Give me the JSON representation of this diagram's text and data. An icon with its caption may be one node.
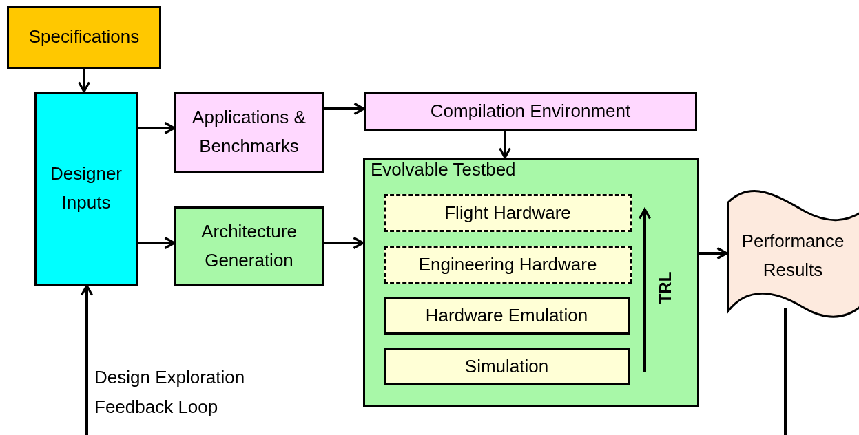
{
  "diagram": {
    "nodes": [
      {
        "text": [
          "Specifications"
        ]
      },
      {
        "text": [
          "Designer Inputs"
        ]
      },
      {
        "text": [
          "Applications & Benchmarks"
        ]
      },
      {
        "text": [
          "Compilation Environment"
        ]
      },
      {
        "text": [
          "Architecture Generation"
        ]
      },
      {
        "text": [
          "Evolvable Testbed"
        ]
      },
      {
        "text": [
          "Flight Hardware"
        ],
        "in": 5
      },
      {
        "text": [
          "Engineering Hardware"
        ],
        "in": 5
      },
      {
        "text": [
          "Hardware Emulation"
        ],
        "in": 5
      },
      {
        "text": [
          "Simulation"
        ],
        "in": 5
      },
      {
        "text": [
          "Performance Results"
        ]
      }
    ],
    "edges": [
      {
        "from": 0,
        "to": 1,
        "arrow": "to"
      },
      {
        "from": 1,
        "to": 2,
        "arrow": "to"
      },
      {
        "from": 2,
        "to": 3,
        "arrow": "to"
      },
      {
        "from": 3,
        "to": 5,
        "arrow": "to"
      },
      {
        "from": 1,
        "to": 4,
        "arrow": "to"
      },
      {
        "from": 4,
        "to": 5,
        "arrow": "to"
      },
      {
        "from": 5,
        "to": 10,
        "arrow": "to"
      },
      {
        "from": null,
        "to": 1,
        "arrow": "to",
        "label": "Design Exploration Feedback Loop"
      },
      {
        "from": 10,
        "to": null,
        "arrow": "none"
      }
    ],
    "labels": [
      "TRL"
    ]
  }
}
